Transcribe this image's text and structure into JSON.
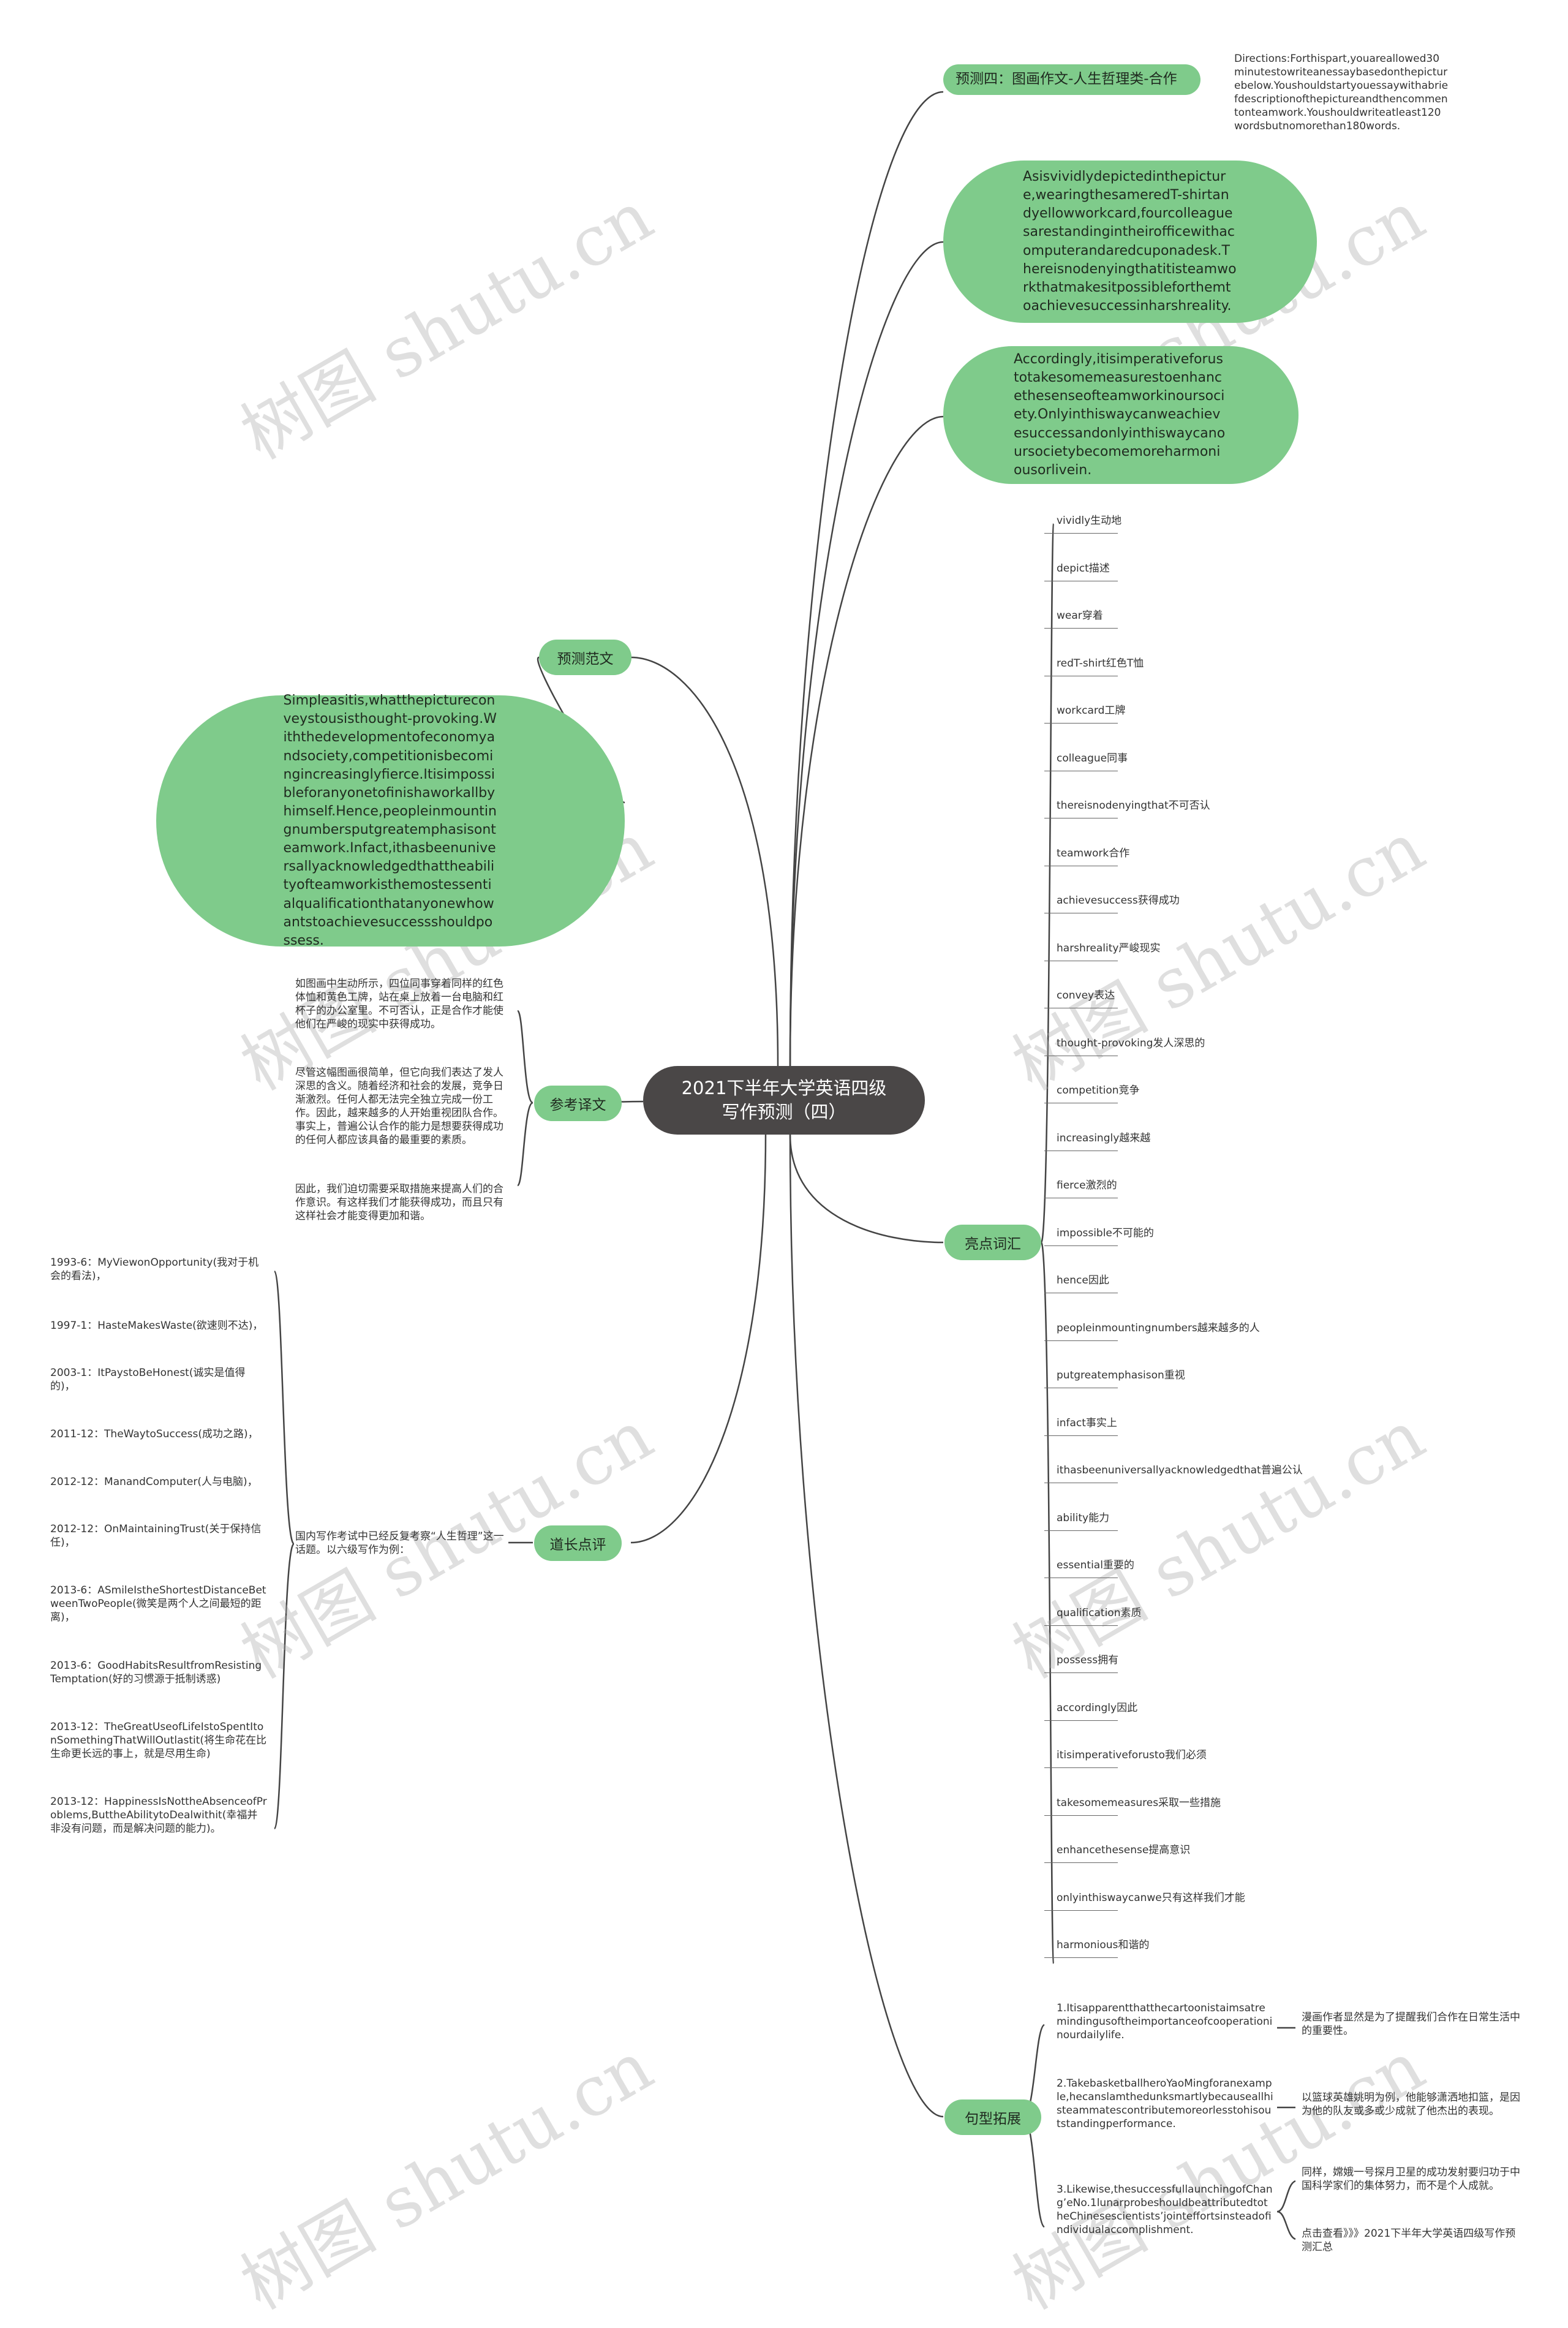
{
  "root": {
    "title": "2021下半年大学英语四级写作预测（四）"
  },
  "branches": {
    "prediction": {
      "label": "预测四：图画作文-人生哲理类-合作",
      "directions": "Directions:Forthispart,youareallowed30minutestowriteanessaybasedonthepicturebelow.Youshouldstartyouessaywithabriefdescriptionofthepictureandthencommentonteamwork.Youshouldwriteatleast120wordsbutnomorethan180words."
    },
    "para1": "Asisvividlydepictedinthepicture,wearingthesameredT-shirtandyellowworkcard,fourcolleaguesarestandingintheirofficewithacomputerandaredcuponadesk.Thereisnodenyingthatitisteamworkthatmakesitpossibleforthemtoachievesuccessinharshreality.",
    "para3": "Accordingly,itisimperativeforustotakesomemeasurestoenhancethesenseofteamworkinoursociety.Onlyinthiswaycanweachievesuccessandonlyinthiswaycanoursocietybecomemoreharmoniousorlivein.",
    "sample": {
      "label": "预测范文",
      "para2": "Simpleasitis,whatthepictureconveystousisthought-provoking.Withthedevelopmentofeconomyandsociety,competitionisbecomingincreasinglyfierce.Itisimpossibleforanyonetofinishaworkallbyhimself.Hence,peopleinmountingnumbersputgreatemphasisonteamwork.Infact,ithasbeenuniversallyacknowledgedthattheabilityofteamworkisthemostessentialqualificationthatanyonewhowantstoachievesuccessshouldpossess."
    },
    "translation": {
      "label": "参考译文",
      "items": [
        "如图画中生动所示，四位同事穿着同样的红色体恤和黄色工牌，站在桌上放着一台电脑和红杯子的办公室里。不可否认，正是合作才能使他们在严峻的现实中获得成功。",
        "尽管这幅图画很简单，但它向我们表达了发人深思的含义。随着经济和社会的发展，竞争日渐激烈。任何人都无法完全独立完成一份工作。因此，越来越多的人开始重视团队合作。事实上，普遍公认合作的能力是想要获得成功的任何人都应该具备的最重要的素质。",
        "因此，我们迫切需要采取措施来提高人们的合作意识。有这样我们才能获得成功，而且只有这样社会才能变得更加和谐。"
      ]
    },
    "review": {
      "label": "道长点评",
      "intro": "国内写作考试中已经反复考察“人生哲理”这一话题。以六级写作为例：",
      "items": [
        "1993-6：MyViewonOpportunity(我对于机会的看法)，",
        "1997-1：HasteMakesWaste(欲速则不达)，",
        "2003-1：ItPaystoBeHonest(诚实是值得的)，",
        "2011-12：TheWaytoSuccess(成功之路)，",
        "2012-12：ManandComputer(人与电脑)，",
        "2012-12：OnMaintainingTrust(关于保持信任)，",
        "2013-6：ASmileIstheShortestDistanceBetweenTwoPeople(微笑是两个人之间最短的距离)，",
        "2013-6：GoodHabitsResultfromResistingTemptation(好的习惯源于抵制诱惑)",
        "2013-12：TheGreatUseofLifeIstoSpentItonSomethingThatWillOutlastit(将生命花在比生命更长远的事上，就是尽用生命)",
        "2013-12：HappinessIsNottheAbsenceofProblems,ButtheAbilitytoDealwithit(幸福并非没有问题，而是解决问题的能力)。"
      ]
    },
    "vocab": {
      "label": "亮点词汇",
      "items": [
        "vividly生动地",
        "depict描述",
        "wear穿着",
        "redT-shirt红色T恤",
        "workcard工牌",
        "colleague同事",
        "thereisnodenyingthat不可否认",
        "teamwork合作",
        "achievesuccess获得成功",
        "harshreality严峻现实",
        "convey表达",
        "thought-provoking发人深思的",
        "competition竞争",
        "increasingly越来越",
        "fierce激烈的",
        "impossible不可能的",
        "hence因此",
        "peopleinmountingnumbers越来越多的人",
        "putgreatemphasison重视",
        "infact事实上",
        "ithasbeenuniversallyacknowledgedthat普遍公认",
        "ability能力",
        "essential重要的",
        "qualification素质",
        "possess拥有",
        "accordingly因此",
        "itisimperativeforusto我们必须",
        "takesomemeasures采取一些措施",
        "enhancethesense提高意识",
        "onlyinthiswaycanwe只有这样我们才能",
        "harmonious和谐的"
      ]
    },
    "patterns": {
      "label": "句型拓展",
      "items": [
        {
          "en": "1.Itisapparentthatthecartoonistaimsatremindingusoftheimportanceofcooperationinourdailylife.",
          "zh": "漫画作者显然是为了提醒我们合作在日常生活中的重要性。"
        },
        {
          "en": "2.TakebasketballheroYaoMingforanexample,hecanslamthedunksmartlybecauseallhisteammatescontributemoreorlesstohisoutstandingperformance.",
          "zh": "以篮球英雄姚明为例，他能够潇洒地扣篮，是因为他的队友或多或少成就了他杰出的表现。"
        },
        {
          "en": "3.Likewise,thesuccessfullaunchingofChang’eNo.1lunarprobeshouldbeattributedtotheChinesescientists’jointeffortsinsteadofindividualaccomplishment.",
          "zh": "同样，嫦娥一号探月卫星的成功发射要归功于中国科学家们的集体努力，而不是个人成就。",
          "zh2": "点击查看》》》2021下半年大学英语四级写作预测汇总"
        }
      ]
    }
  },
  "watermark": "树图 shutu.cn",
  "colors": {
    "node": "#7fcb8b",
    "root": "#4a4747",
    "line": "#444444"
  }
}
